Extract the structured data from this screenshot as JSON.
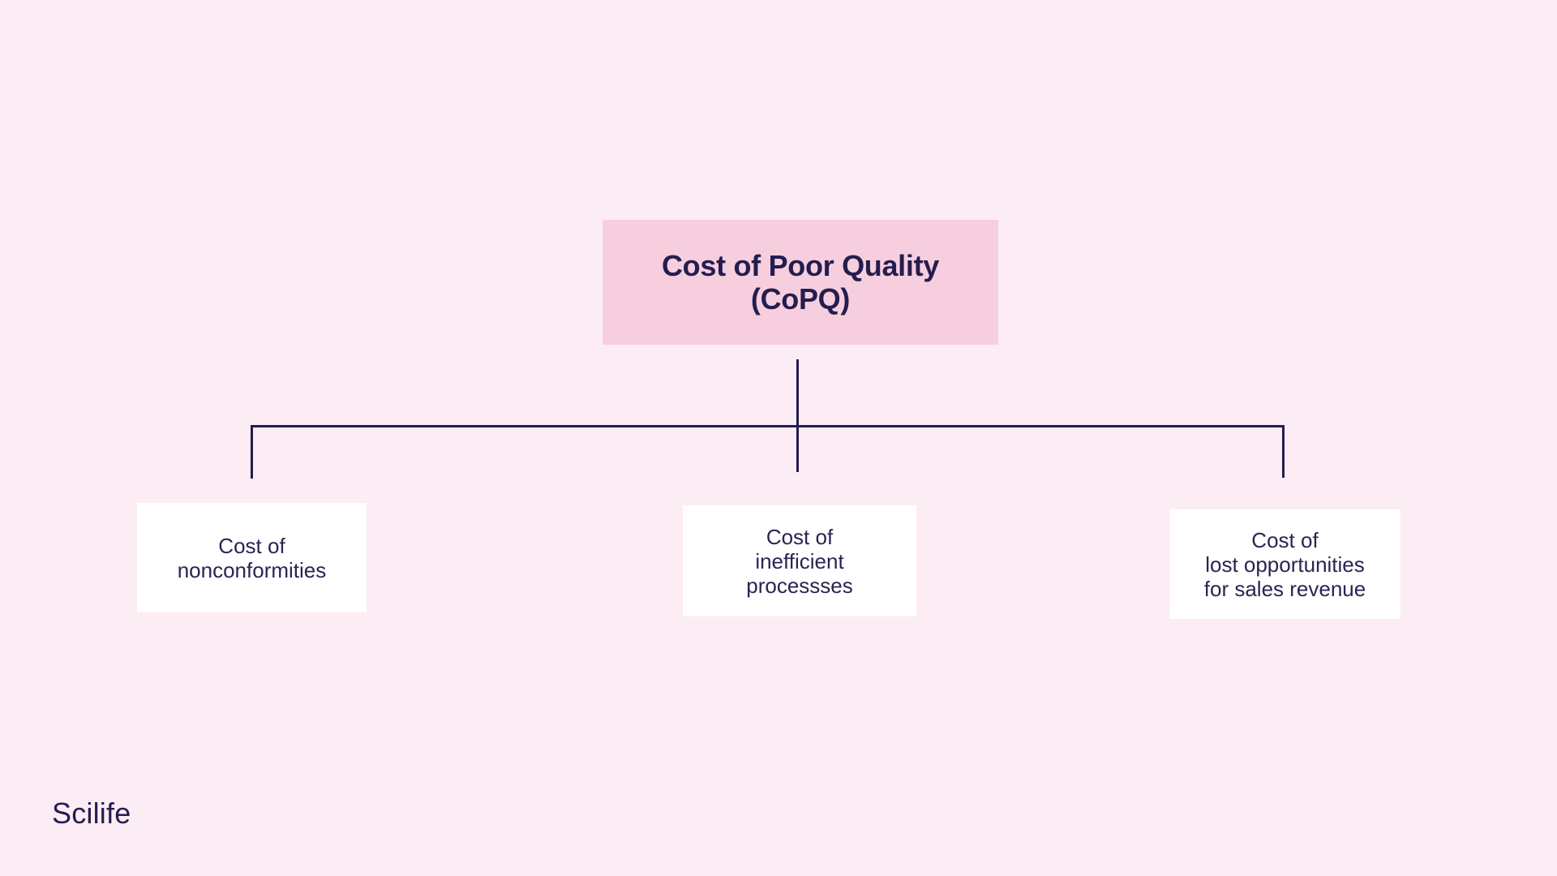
{
  "colors": {
    "background": "#fcecf4",
    "root_box": "#f6cede",
    "child_box": "#ffffff",
    "text": "#241d4f",
    "child_text": "#2b2452",
    "line": "#241d4f"
  },
  "diagram": {
    "type": "hierarchy",
    "root": {
      "lines": [
        "Cost of Poor Quality",
        "(CoPQ)"
      ]
    },
    "children": [
      {
        "id": "cost-of-nonconformities",
        "lines": [
          "Cost of",
          "nonconformities"
        ]
      },
      {
        "id": "cost-of-inefficient-processes",
        "lines": [
          "Cost of",
          "inefficient",
          "processses"
        ]
      },
      {
        "id": "cost-of-lost-opportunities",
        "lines": [
          "Cost of",
          "lost opportunities",
          "for sales revenue"
        ]
      }
    ]
  },
  "footer": {
    "brand": "Scilife"
  }
}
